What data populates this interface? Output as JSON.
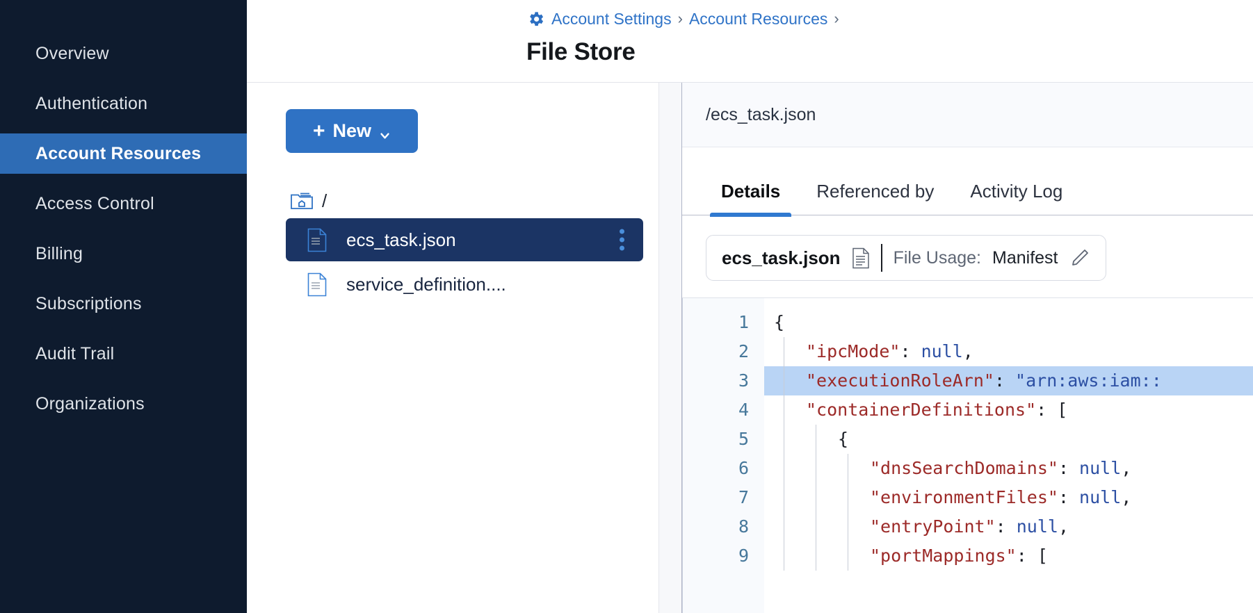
{
  "sidebar": {
    "items": [
      {
        "label": "Overview",
        "active": false
      },
      {
        "label": "Authentication",
        "active": false
      },
      {
        "label": "Account Resources",
        "active": true
      },
      {
        "label": "Access Control",
        "active": false
      },
      {
        "label": "Billing",
        "active": false
      },
      {
        "label": "Subscriptions",
        "active": false
      },
      {
        "label": "Audit Trail",
        "active": false
      },
      {
        "label": "Organizations",
        "active": false
      }
    ]
  },
  "header": {
    "gear_icon": "gear-icon",
    "breadcrumb": [
      {
        "label": "Account Settings"
      },
      {
        "label": "Account Resources"
      }
    ],
    "separator": "›",
    "title": "File Store"
  },
  "tree_panel": {
    "new_button": {
      "plus": "+",
      "label": "New",
      "chevron_icon": "chevron-down-icon"
    },
    "root": {
      "icon": "folder-home-icon",
      "label": "/"
    },
    "files": [
      {
        "name": "ecs_task.json",
        "icon": "file-icon",
        "selected": true,
        "menu_icon": "kebab-menu-icon"
      },
      {
        "name": "service_definition....",
        "icon": "file-icon",
        "selected": false
      }
    ]
  },
  "detail": {
    "path": "/ecs_task.json",
    "tabs": [
      {
        "label": "Details",
        "active": true
      },
      {
        "label": "Referenced by",
        "active": false
      },
      {
        "label": "Activity Log",
        "active": false
      }
    ],
    "usage_card": {
      "file_name": "ecs_task.json",
      "file_icon": "document-icon",
      "usage_label": "File Usage:",
      "usage_value": "Manifest",
      "edit_icon": "pencil-icon"
    },
    "editor": {
      "line_numbers": [
        "1",
        "2",
        "3",
        "4",
        "5",
        "6",
        "7",
        "8",
        "9"
      ],
      "highlighted_line": 3,
      "lines": [
        {
          "n": 1,
          "indent": 0,
          "tokens": [
            {
              "t": "{",
              "c": "p"
            }
          ]
        },
        {
          "n": 2,
          "indent": 1,
          "tokens": [
            {
              "t": "\"ipcMode\"",
              "c": "k"
            },
            {
              "t": ": ",
              "c": "p"
            },
            {
              "t": "null",
              "c": "v-null"
            },
            {
              "t": ",",
              "c": "p"
            }
          ]
        },
        {
          "n": 3,
          "indent": 1,
          "tokens": [
            {
              "t": "\"executionRoleArn\"",
              "c": "k"
            },
            {
              "t": ": ",
              "c": "p"
            },
            {
              "t": "\"arn:aws:iam::",
              "c": "v-str"
            }
          ]
        },
        {
          "n": 4,
          "indent": 1,
          "tokens": [
            {
              "t": "\"containerDefinitions\"",
              "c": "k"
            },
            {
              "t": ": [",
              "c": "p"
            }
          ]
        },
        {
          "n": 5,
          "indent": 2,
          "tokens": [
            {
              "t": "{",
              "c": "p"
            }
          ]
        },
        {
          "n": 6,
          "indent": 3,
          "tokens": [
            {
              "t": "\"dnsSearchDomains\"",
              "c": "k"
            },
            {
              "t": ": ",
              "c": "p"
            },
            {
              "t": "null",
              "c": "v-null"
            },
            {
              "t": ",",
              "c": "p"
            }
          ]
        },
        {
          "n": 7,
          "indent": 3,
          "tokens": [
            {
              "t": "\"environmentFiles\"",
              "c": "k"
            },
            {
              "t": ": ",
              "c": "p"
            },
            {
              "t": "null",
              "c": "v-null"
            },
            {
              "t": ",",
              "c": "p"
            }
          ]
        },
        {
          "n": 8,
          "indent": 3,
          "tokens": [
            {
              "t": "\"entryPoint\"",
              "c": "k"
            },
            {
              "t": ": ",
              "c": "p"
            },
            {
              "t": "null",
              "c": "v-null"
            },
            {
              "t": ",",
              "c": "p"
            }
          ]
        },
        {
          "n": 9,
          "indent": 3,
          "tokens": [
            {
              "t": "\"portMappings\"",
              "c": "k"
            },
            {
              "t": ": [",
              "c": "p"
            }
          ]
        }
      ]
    }
  },
  "colors": {
    "sidebar_bg": "#0e1b2e",
    "accent": "#2f72c4",
    "selected_row": "#1b3464",
    "link": "#2f73c7",
    "code_key": "#9c2a28",
    "code_value": "#2c4fa3",
    "highlight_line": "#b9d4f5"
  }
}
